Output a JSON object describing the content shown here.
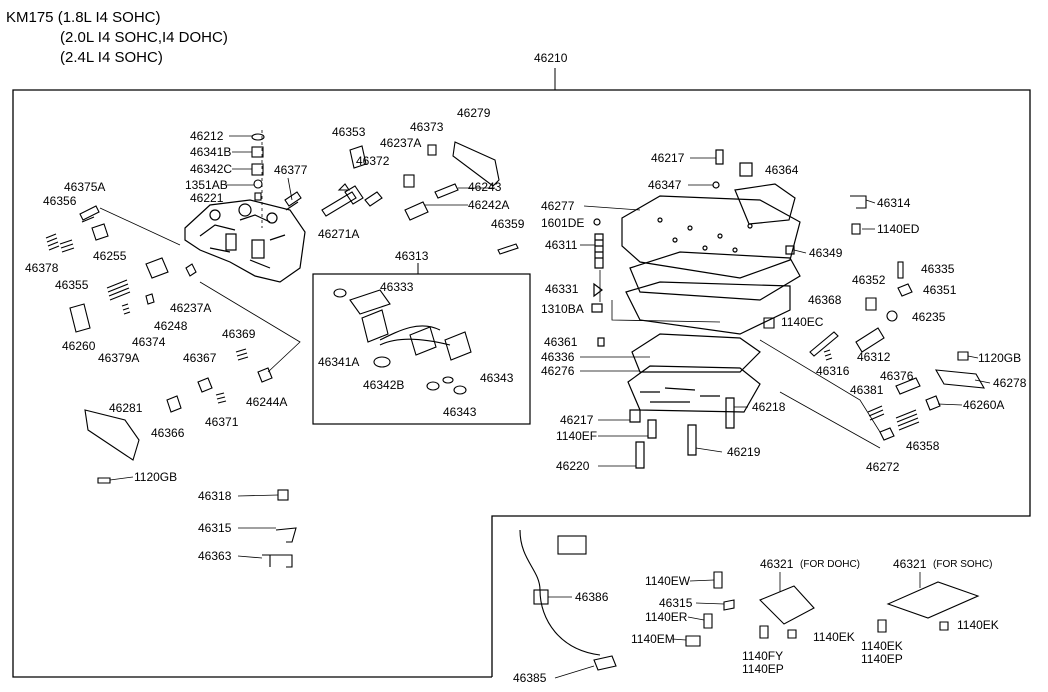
{
  "header": {
    "line1": "KM175 (1.8L I4 SOHC)",
    "line2": "(2.0L I4 SOHC,I4 DOHC)",
    "line3": "(2.4L I4 SOHC)"
  },
  "main_assembly": "46210",
  "inset_box": "46313",
  "labels": {
    "p46212": "46212",
    "p46341B": "46341B",
    "p46342C": "46342C",
    "p1351AB": "1351AB",
    "p46221": "46221",
    "p46377": "46377",
    "p46353": "46353",
    "p46237A_top": "46237A",
    "p46373": "46373",
    "p46279": "46279",
    "p46372": "46372",
    "p46243": "46243",
    "p46242A": "46242A",
    "p46271A": "46271A",
    "p46359": "46359",
    "p46375A": "46375A",
    "p46356": "46356",
    "p46378": "46378",
    "p46255": "46255",
    "p46355": "46355",
    "p46237A_mid": "46237A",
    "p46248": "46248",
    "p46374": "46374",
    "p46260": "46260",
    "p46379A": "46379A",
    "p46369": "46369",
    "p46367": "46367",
    "p46244A": "46244A",
    "p46281": "46281",
    "p46366": "46366",
    "p46371": "46371",
    "p1120GB_left": "1120GB",
    "p46318": "46318",
    "p46315_left": "46315",
    "p46363": "46363",
    "p46333": "46333",
    "p46341A": "46341A",
    "p46342B": "46342B",
    "p46343_a": "46343",
    "p46343_b": "46343",
    "p46217_top": "46217",
    "p46364": "46364",
    "p46347": "46347",
    "p46277": "46277",
    "p1601DE": "1601DE",
    "p46311": "46311",
    "p46349": "46349",
    "p46314": "46314",
    "p1140ED": "1140ED",
    "p46331": "46331",
    "p1310BA": "1310BA",
    "p46335": "46335",
    "p46352": "46352",
    "p46351": "46351",
    "p46368": "46368",
    "p1140EC": "1140EC",
    "p46235": "46235",
    "p46361": "46361",
    "p46336": "46336",
    "p46276": "46276",
    "p46312": "46312",
    "p46316": "46316",
    "p1120GB_right": "1120GB",
    "p46376": "46376",
    "p46278": "46278",
    "p46381": "46381",
    "p46260A": "46260A",
    "p46218": "46218",
    "p46217_bot": "46217",
    "p1140EF": "1140EF",
    "p46219": "46219",
    "p46358": "46358",
    "p46220": "46220",
    "p46272": "46272",
    "p46386": "46386",
    "p46385": "46385",
    "p1140EW": "1140EW",
    "p46315_right": "46315",
    "p1140ER": "1140ER",
    "p1140EM": "1140EM",
    "p46321_dohc": "46321",
    "dohc_note": "(FOR DOHC)",
    "p46321_sohc": "46321",
    "sohc_note": "(FOR SOHC)",
    "p1140EK_a": "1140EK",
    "p1140FY": "1140FY",
    "p1140EP_a": "1140EP",
    "p1140EK_b": "1140EK",
    "p1140EP_b": "1140EP",
    "p1140EK_c": "1140EK"
  },
  "colors": {
    "ink": "#000000",
    "paper": "#ffffff"
  }
}
